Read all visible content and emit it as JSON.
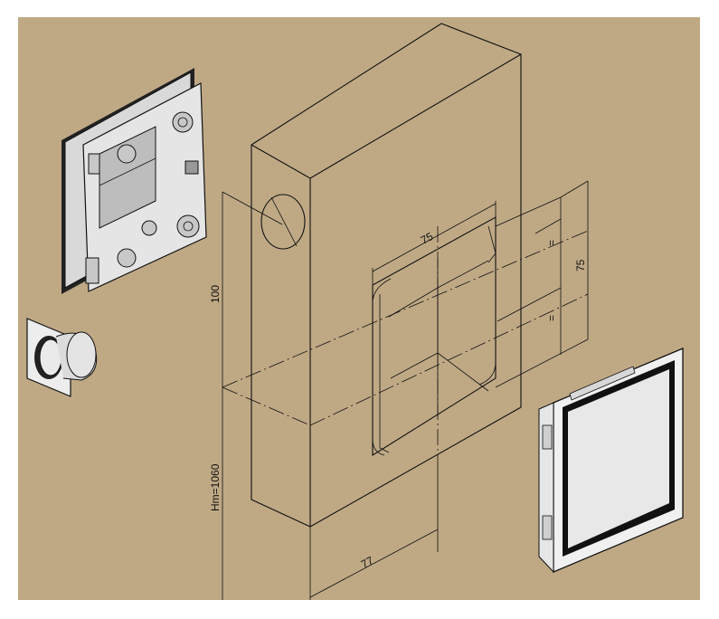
{
  "colors": {
    "background": "#bfa985",
    "line": "#111111",
    "frame": "#ffffff"
  },
  "dimensions": {
    "box_width": "75",
    "box_height": "75",
    "equal_top": "=",
    "equal_bottom": "=",
    "axis_height": "100",
    "mount_height": "Hm=1060",
    "offset": "77"
  }
}
